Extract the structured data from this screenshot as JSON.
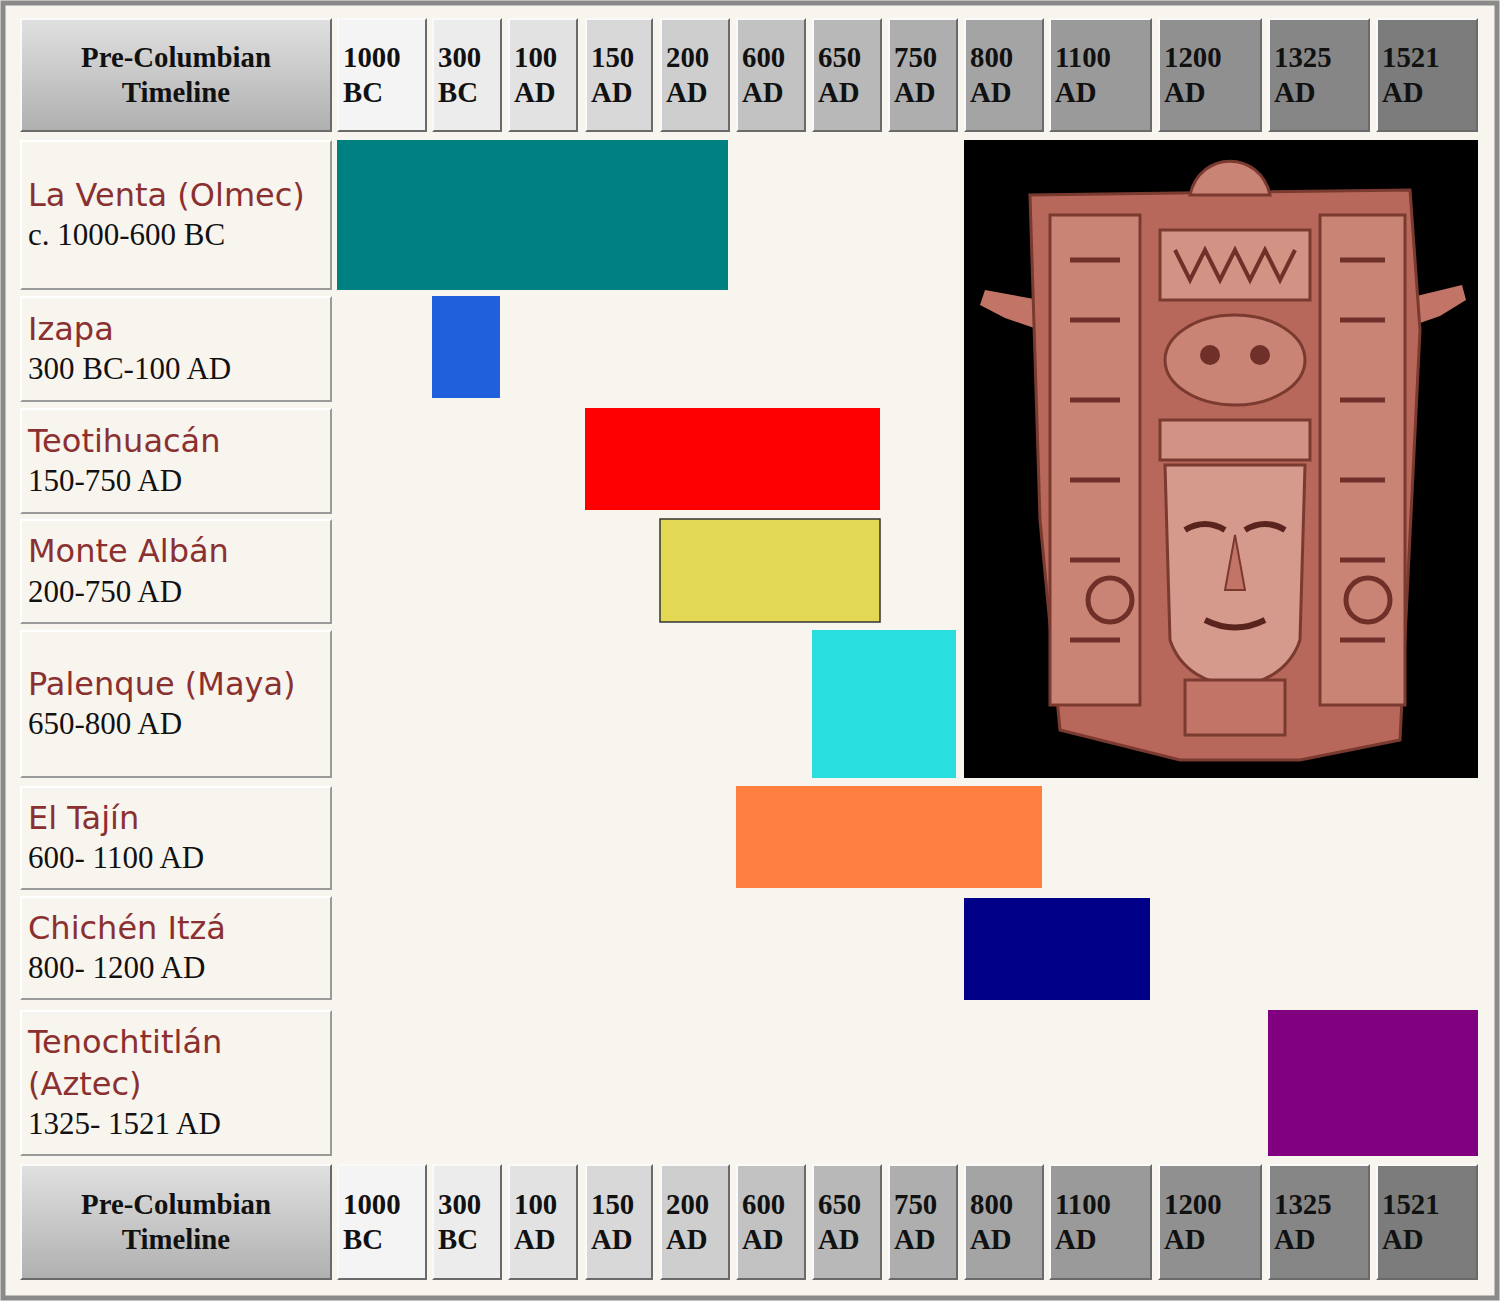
{
  "diagram": {
    "nodes": [
      {
        "text": [
          "La Venta (Olmec)",
          "c. 1000-600 BC"
        ]
      },
      {
        "text": [
          "Izapa",
          "300 BC-100 AD"
        ]
      },
      {
        "text": [
          "Teotihuacán",
          "150-750 AD"
        ]
      },
      {
        "text": [
          "Monte Albán",
          "200-750 AD"
        ]
      },
      {
        "text": [
          "Palenque (Maya)",
          "650-800 AD"
        ]
      },
      {
        "text": [
          "El Tajín",
          "600- 1100 AD"
        ]
      },
      {
        "text": [
          "Chichén Itzá",
          "800- 1200 AD"
        ]
      },
      {
        "text": [
          "Tenochtitlán (Aztec)",
          "1325- 1521 AD"
        ]
      }
    ],
    "labels": [
      "Pre-Columbian Timeline",
      "1000 BC",
      "300 BC",
      "100 AD",
      "150 AD",
      "200 AD",
      "600 AD",
      "650 AD",
      "750 AD",
      "800 AD",
      "1100 AD",
      "1200 AD",
      "1325 AD",
      "1521 AD",
      "Pre-Columbian Timeline",
      "1000 BC",
      "300 BC",
      "100 AD",
      "150 AD",
      "200 AD",
      "600 AD",
      "650 AD",
      "750 AD",
      "800 AD",
      "1100 AD",
      "1200 AD",
      "1325 AD",
      "1521 AD"
    ]
  }
}
